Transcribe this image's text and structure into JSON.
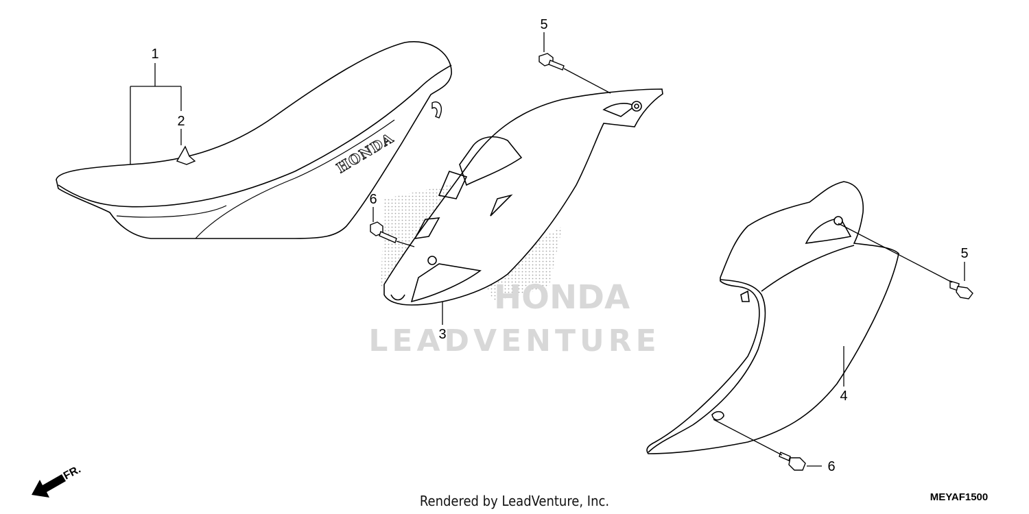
{
  "diagram": {
    "callouts": {
      "c1": "1",
      "c2": "2",
      "c3": "3",
      "c4": "4",
      "c5a": "5",
      "c5b": "5",
      "c6a": "6",
      "c6b": "6"
    },
    "seat_logo": "HONDA",
    "watermark": {
      "brand": "HONDA",
      "name": "LEADVENTURE"
    },
    "direction_label": "FR.",
    "footer_text": "Rendered by LeadVenture, Inc.",
    "diagram_code": "MEYAF1500"
  }
}
